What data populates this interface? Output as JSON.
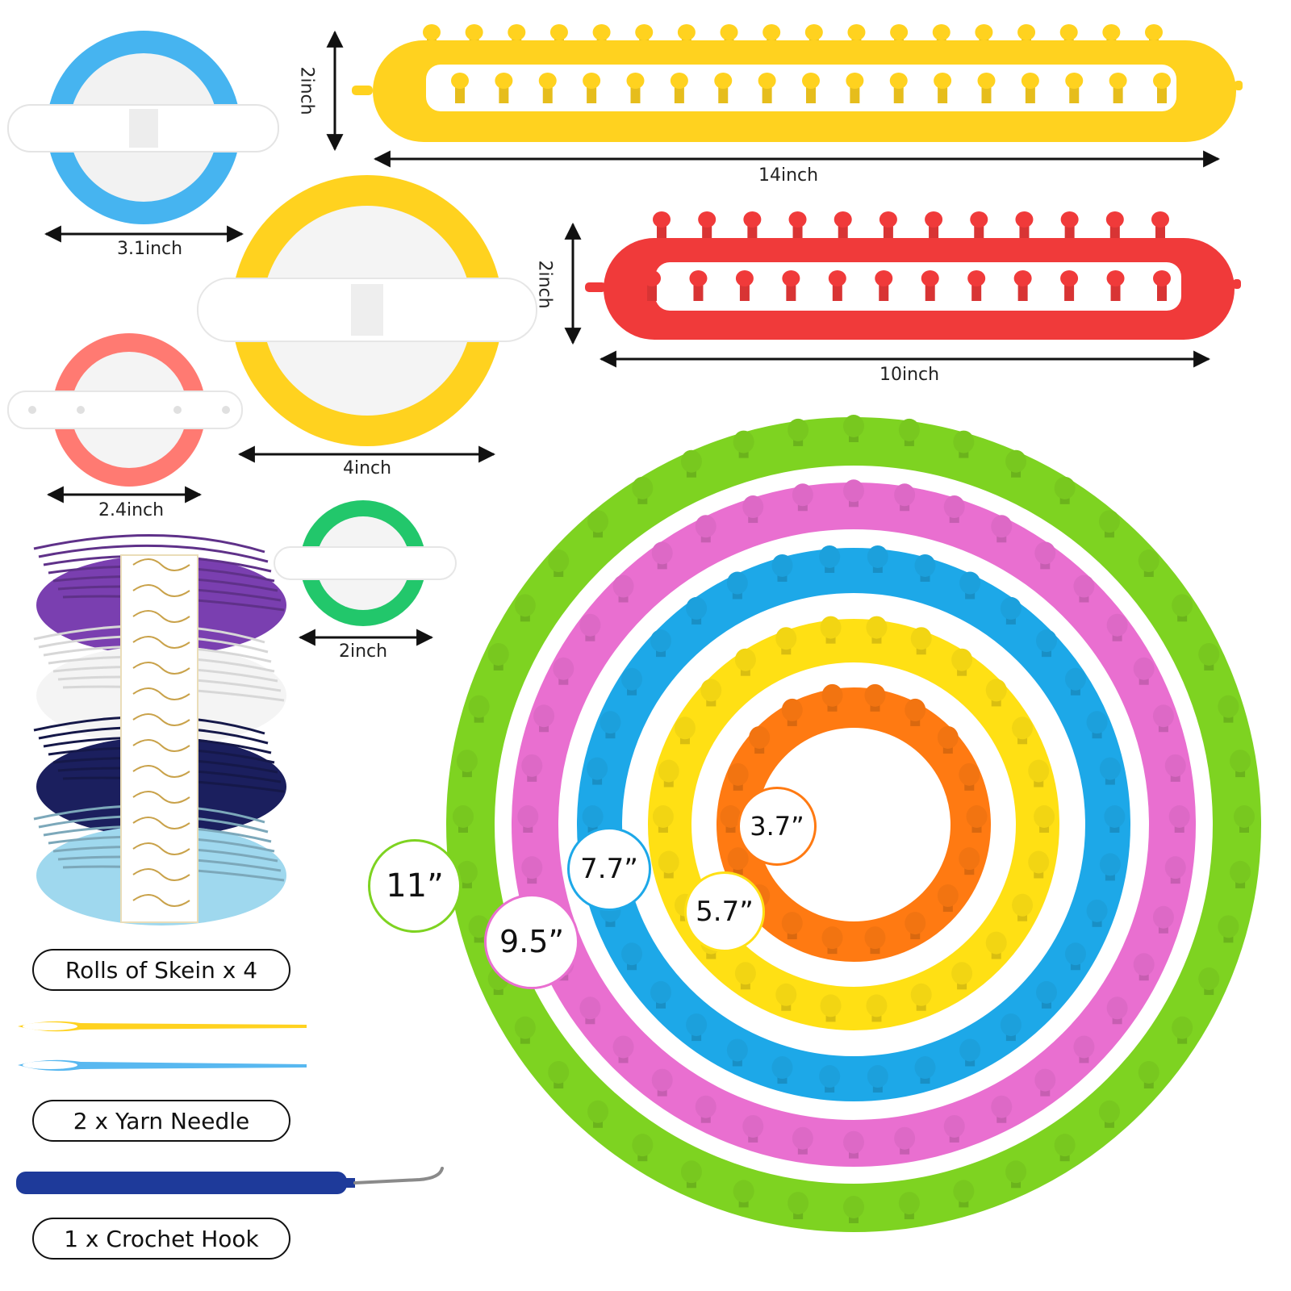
{
  "dimensions": {
    "long_loom_height": "2inch",
    "long_loom_length": "14inch",
    "medium_loom_height": "2inch",
    "medium_loom_length": "10inch",
    "pompom_blue": "3.1inch",
    "pompom_yellow": "4inch",
    "pompom_coral": "2.4inch",
    "pompom_green": "2inch"
  },
  "round_looms": [
    {
      "size": "11”",
      "color": "#7ED321"
    },
    {
      "size": "9.5”",
      "color": "#E96FD0"
    },
    {
      "size": "7.7”",
      "color": "#1DA8E8"
    },
    {
      "size": "5.7”",
      "color": "#FFE014"
    },
    {
      "size": "3.7”",
      "color": "#FF7A12"
    }
  ],
  "accessories": {
    "skein_label": "Rolls of Skein x 4",
    "needle_label": "2 x Yarn Needle",
    "hook_label": "1 x Crochet Hook"
  },
  "yarn_colors": [
    "#7A3FB0",
    "#F4F4F4",
    "#1B1F5E",
    "#9FD8EE"
  ],
  "colors": {
    "long_loom": "#FFD21F",
    "medium_loom": "#F03A3A",
    "needle_yellow": "#FFD21F",
    "needle_blue": "#58B8F0",
    "hook": "#1E3A9A"
  }
}
